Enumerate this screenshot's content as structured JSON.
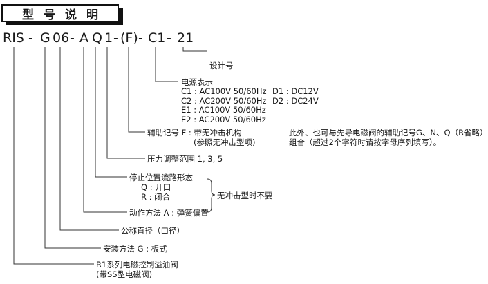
{
  "title": "型号说明",
  "code_segments": [
    "RIS",
    "-",
    "G",
    "06",
    "-",
    "A",
    "Q",
    "1",
    "-",
    "(F)",
    "-",
    "C1",
    "-",
    "21"
  ],
  "labels": {
    "design_no": "设计号",
    "power_title": "电源表示",
    "power_c1": "C1 : AC100V 50/60Hz",
    "power_d1": "D1 : DC12V",
    "power_c2": "C2 : AC200V 50/60Hz",
    "power_d2": "D2 : DC24V",
    "power_e1": "E1 : AC100V 50/60Hz",
    "power_e2": "E2 : AC200V 50/60Hz",
    "aux_line1": "辅助记号  F : 带无冲击机构",
    "aux_line2": "(参照无冲击型项)",
    "aux_note1": "此外、也可与先导电磁阀的辅助记号G、N、Q（R省略）",
    "aux_note2": "组合（超过2个字符时请按字母序列填写）。",
    "pressure": "压力调整范围 1, 3, 5",
    "stop_title": "停止位置流路形态",
    "stop_q": "Q : 开口",
    "stop_r": "R : 闭合",
    "no_shock": "无冲击型时不要",
    "actuation": "动作方法  A : 弹簧偏置",
    "nominal": "公称直径（口径）",
    "mounting": "安装方法   G : 板式",
    "series1": "R1系列电磁控制溢油阀",
    "series2": "(带SS型电磁阀)"
  }
}
